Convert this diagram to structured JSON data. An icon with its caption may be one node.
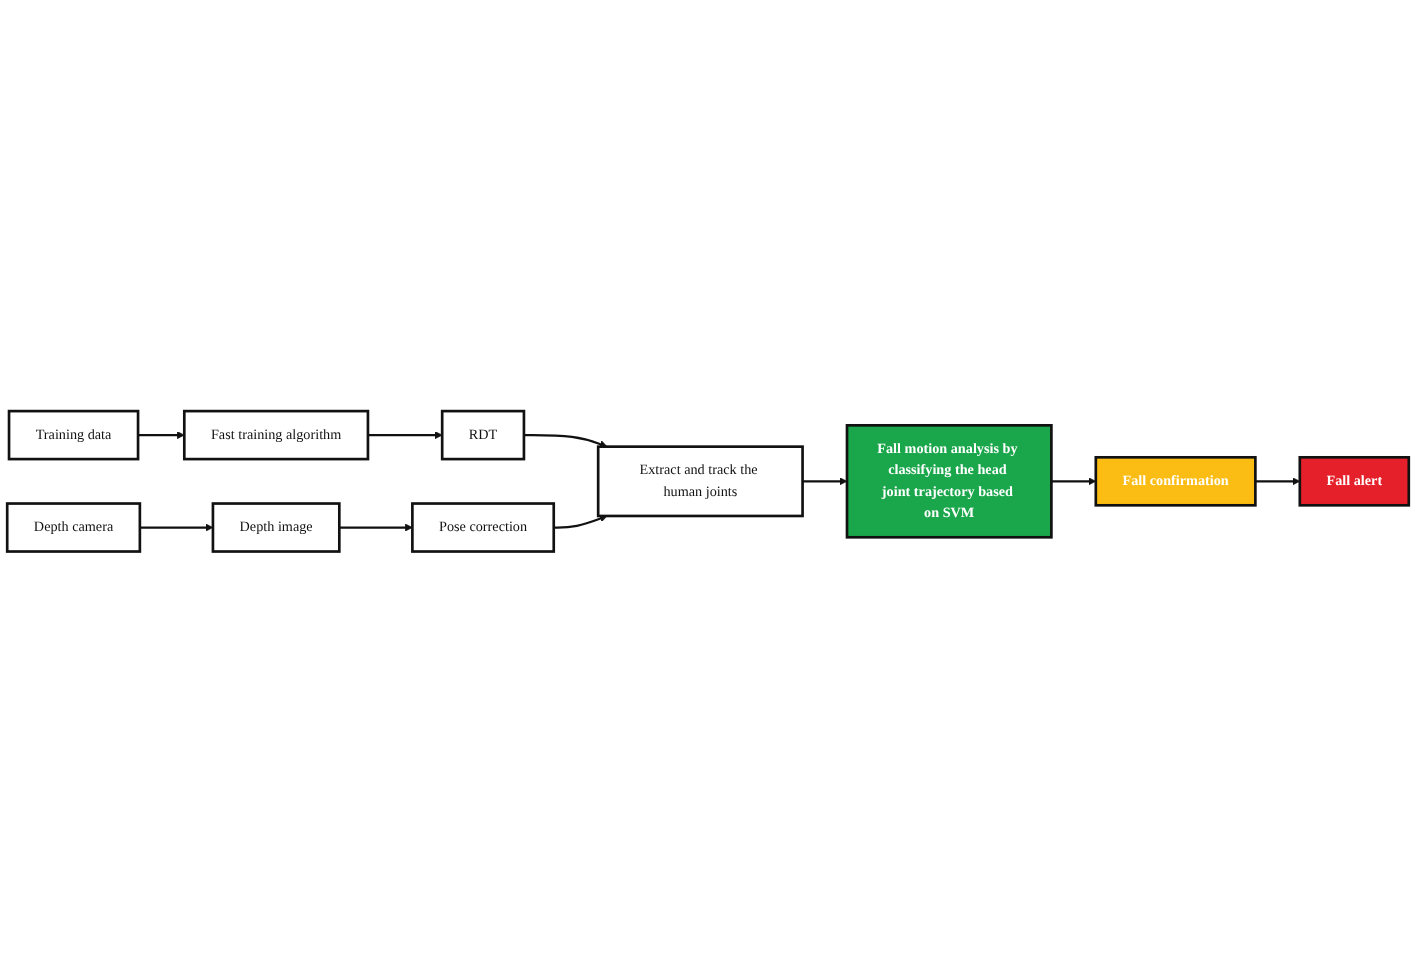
{
  "diagram": {
    "nodes": [
      {
        "text": [
          "Training data"
        ]
      },
      {
        "text": [
          "Fast training algorithm"
        ]
      },
      {
        "text": [
          "RDT"
        ]
      },
      {
        "text": [
          "Depth camera"
        ]
      },
      {
        "text": [
          "Depth image"
        ]
      },
      {
        "text": [
          "Pose correction"
        ]
      },
      {
        "text": [
          "Extract and track the human joints"
        ]
      },
      {
        "text": [
          "Fall motion analysis by classifying the head joint trajectory based on SVM"
        ]
      },
      {
        "text": [
          "Fall confirmation"
        ]
      },
      {
        "text": [
          "Fall alert"
        ]
      }
    ],
    "edges": [
      {
        "from": 0,
        "to": 1,
        "arrow": "to"
      },
      {
        "from": 1,
        "to": 2,
        "arrow": "to"
      },
      {
        "from": 2,
        "to": 6,
        "arrow": "to"
      },
      {
        "from": 3,
        "to": 4,
        "arrow": "to"
      },
      {
        "from": 4,
        "to": 5,
        "arrow": "to"
      },
      {
        "from": 5,
        "to": 6,
        "arrow": "to"
      },
      {
        "from": 6,
        "to": 7,
        "arrow": "to"
      },
      {
        "from": 7,
        "to": 8,
        "arrow": "to"
      },
      {
        "from": 8,
        "to": 9,
        "arrow": "to"
      }
    ]
  }
}
